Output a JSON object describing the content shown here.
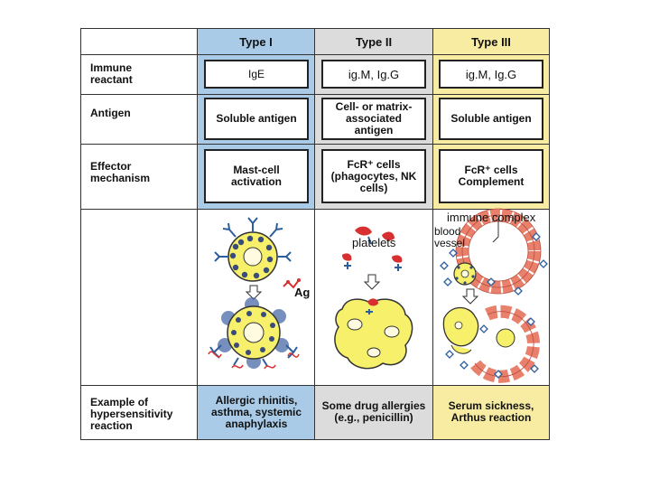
{
  "colors": {
    "type1_bg": "#a9cbe8",
    "type2_bg": "#dcdcdc",
    "type3_bg": "#f7eca2",
    "cell_fill": "#f7f06a",
    "red": "#d83030",
    "blue": "#2c5e9e"
  },
  "headers": [
    "Type I",
    "Type II",
    "Type III"
  ],
  "rows": {
    "reactant": {
      "label": "Immune reactant",
      "values": [
        "IgE",
        "ig.M, Ig.G",
        "ig.M, Ig.G"
      ]
    },
    "antigen": {
      "label": "Antigen",
      "values": [
        "Soluble antigen",
        "Cell- or matrix-associated antigen",
        "Soluble antigen"
      ]
    },
    "effector": {
      "label": "Effector mechanism",
      "values": [
        "Mast-cell activation",
        "FcR⁺ cells (phagocytes, NK cells)",
        "FcR⁺ cells Complement"
      ]
    },
    "example": {
      "label": "Example of hypersensitivity reaction",
      "values": [
        "Allergic rhinitis, asthma, systemic anaphylaxis",
        "Some drug allergies (e.g., penicillin)",
        "Serum sickness, Arthus reaction"
      ]
    }
  },
  "illustration_labels": {
    "ag": "Ag",
    "platelets": "platelets",
    "immune_complex": "immune complex",
    "blood_vessel": "blood vessel"
  }
}
